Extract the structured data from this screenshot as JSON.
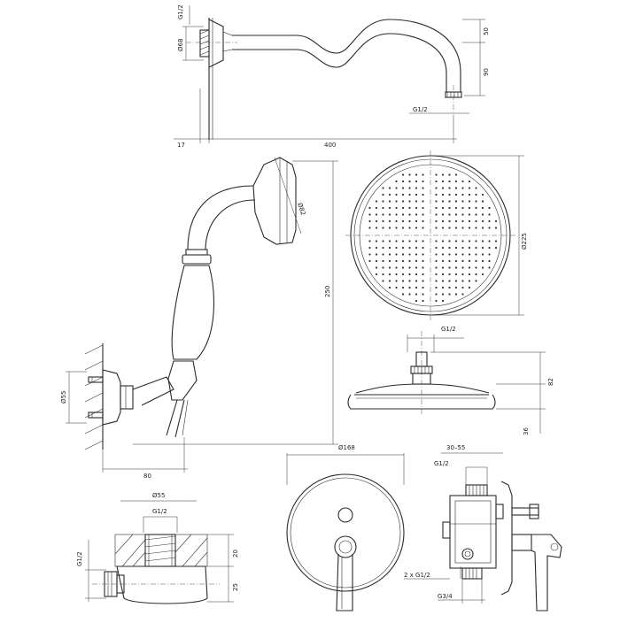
{
  "dimensions": {
    "arm": {
      "thread_top": "G1/2",
      "flange_diameter": "Ø68",
      "drop_upper": "50",
      "drop_lower": "90",
      "outlet_thread": "G1/2",
      "wall_offset": "17",
      "length": "400"
    },
    "hand_shower": {
      "head_diameter": "Ø82",
      "height": "250",
      "bracket_diameter": "Ø55",
      "projection": "80"
    },
    "rain_head": {
      "diameter": "Ø225",
      "thread": "G1/2",
      "height": "82",
      "thickness": "36"
    },
    "wall_outlet": {
      "diameter": "Ø55",
      "thread": "G1/2",
      "side_thread": "G1/2",
      "depth_upper": "20",
      "depth_lower": "25"
    },
    "mixer_plate": {
      "diameter": "Ø168"
    },
    "valve_body": {
      "depth_range": "30–55",
      "top_thread": "G1/2",
      "outlets": "2 x G1/2",
      "inlet": "G3/4"
    }
  }
}
